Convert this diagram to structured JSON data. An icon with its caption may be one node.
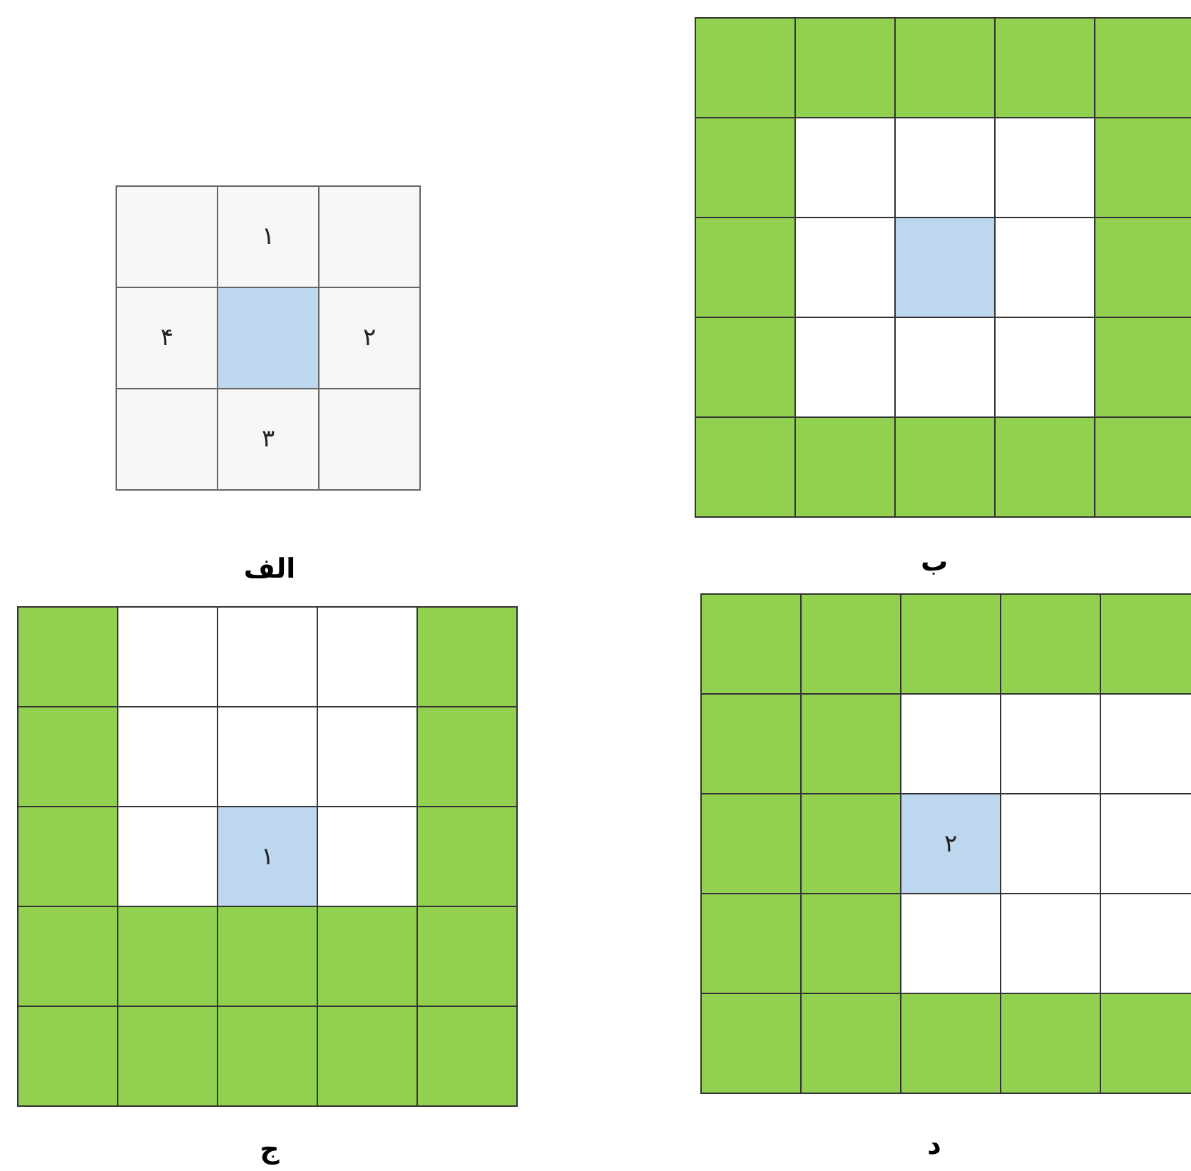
{
  "diagram": {
    "labels": [
      "۱",
      "۴",
      "۲",
      "۳",
      "الف",
      "ب",
      "۱",
      "ج",
      "۲",
      "د"
    ]
  }
}
